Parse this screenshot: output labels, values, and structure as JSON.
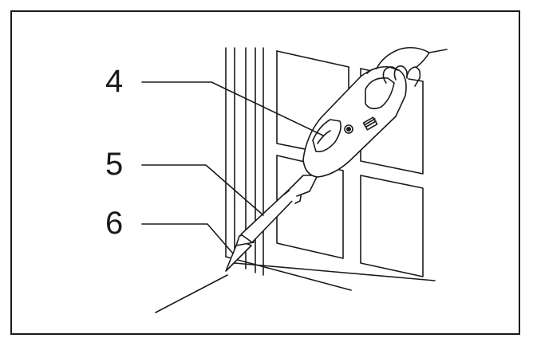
{
  "callouts": [
    {
      "label": "4"
    },
    {
      "label": "5"
    },
    {
      "label": "6"
    }
  ],
  "colors": {
    "line": "#1a1a1a",
    "background": "#ffffff"
  }
}
